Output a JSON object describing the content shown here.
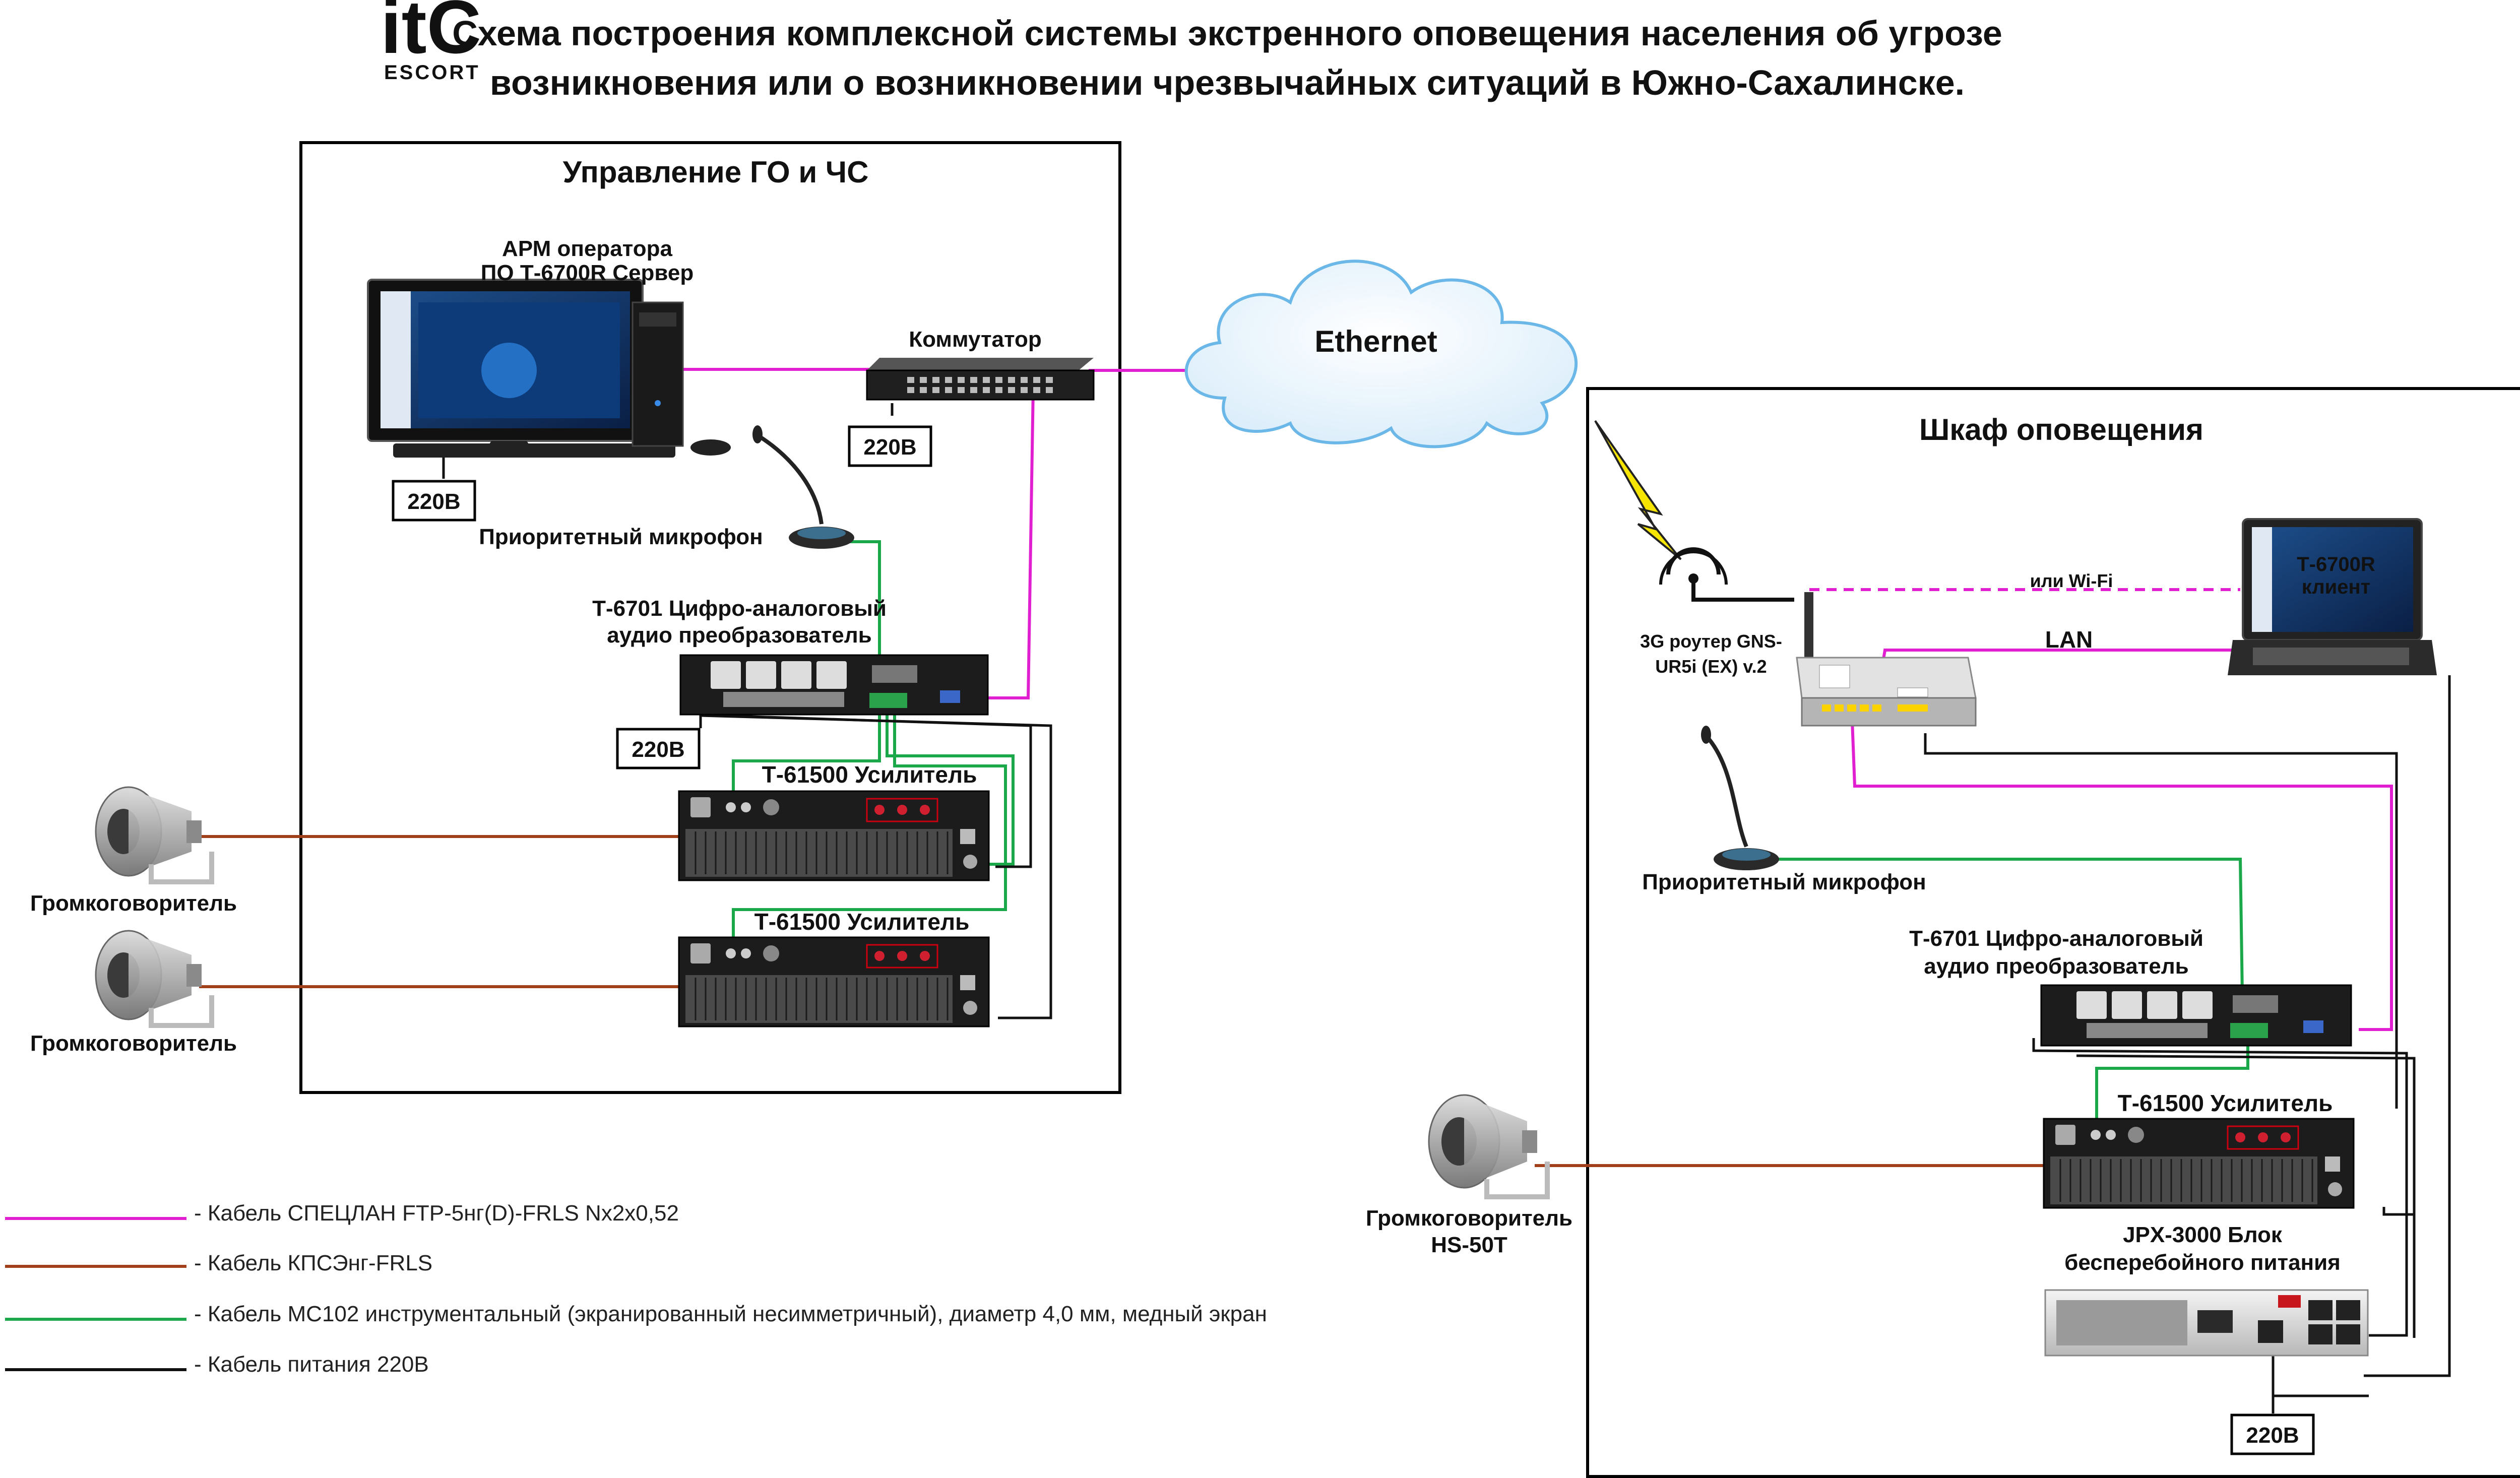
{
  "logo": {
    "brand": "itC",
    "sub": "ESCORT",
    "brand_color": "#c8161d"
  },
  "title": {
    "line1": "Схема построения комплексной системы экстренного оповещения населения об угрозе",
    "line2": "возникновения или о возникновении чрезвычайных ситуаций в Южно-Сахалинске."
  },
  "left_box": {
    "title": "Управление ГО и ЧС",
    "workstation": {
      "line1": "АРМ оператора",
      "line2": "ПО Т-6700R Сервер"
    },
    "switch": "Коммутатор",
    "power_pc": "220В",
    "power_switch": "220В",
    "power_converter": "220В",
    "microphone": "Приоритетный микрофон",
    "converter": {
      "line1": "Т-6701 Цифро-аналоговый",
      "line2": "аудио преобразователь"
    },
    "amp1": "Т-61500 Усилитель",
    "amp2": "Т-61500 Усилитель"
  },
  "cloud": "Ethernet",
  "speakers_left": [
    "Громкоговоритель",
    "Громкоговоритель"
  ],
  "right_box": {
    "title": "Шкаф оповещения",
    "router": {
      "line1": "3G роутер GNS-",
      "line2": "UR5i (EX) v.2"
    },
    "wifi": "или Wi-Fi",
    "lan": "LAN",
    "laptop": {
      "line1": "Т-6700R",
      "line2": "клиент"
    },
    "microphone": "Приоритетный микрофон",
    "converter": {
      "line1": "Т-6701 Цифро-аналоговый",
      "line2": "аудио преобразователь"
    },
    "amp": "Т-61500 Усилитель",
    "ups": {
      "line1": "JPX-3000 Блок",
      "line2": "бесперебойного питания"
    },
    "power": "220В"
  },
  "speaker_right": {
    "line1": "Громкоговоритель",
    "line2": "HS-50T"
  },
  "legend": [
    {
      "color": "#e020d0",
      "text": "- Кабель СПЕЦЛАН FTP-5нг(D)-FRLS Nx2x0,52"
    },
    {
      "color": "#a0401a",
      "text": "- Кабель КПСЭнг-FRLS"
    },
    {
      "color": "#1aa84a",
      "text": "- Кабель МС102 инструментальный (экранированный несимметричный), диаметр 4,0 мм, медный экран"
    },
    {
      "color": "#111111",
      "text": "- Кабель питания 220В"
    }
  ],
  "colors": {
    "lan": "#e020d0",
    "speaker_cable": "#a0401a",
    "audio_cable": "#1aa84a",
    "power_cable": "#111111"
  }
}
